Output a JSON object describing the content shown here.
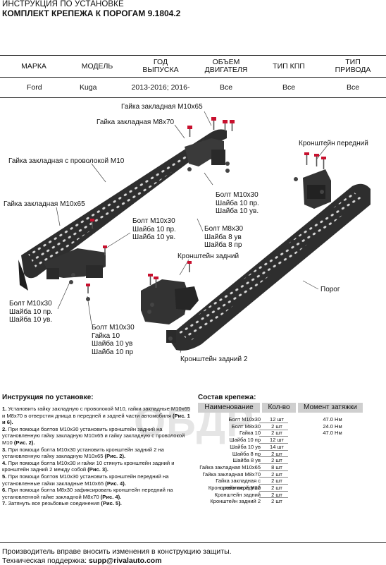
{
  "header": {
    "line1": "ИНСТРУКЦИЯ ПО УСТАНОВКЕ",
    "line2": "КОМПЛЕКТ КРЕПЕЖА К ПОРОГАМ 9.1804.2"
  },
  "spec_table": {
    "headers": [
      "МАРКА",
      "МОДЕЛЬ",
      "ГОД ВЫПУСКА",
      "ОБЪЕМ ДВИГАТЕЛЯ",
      "ТИП КПП",
      "ТИП ПРИВОДА"
    ],
    "header_lines": [
      [
        "МАРКА"
      ],
      [
        "МОДЕЛЬ"
      ],
      [
        "ГОД",
        "ВЫПУСКА"
      ],
      [
        "ОБЪЕМ",
        "ДВИГАТЕЛЯ"
      ],
      [
        "ТИП КПП"
      ],
      [
        "ТИП",
        "ПРИВОДА"
      ]
    ],
    "row": [
      "Ford",
      "Kuga",
      "2013-2016; 2016-",
      "Все",
      "Все",
      "Все"
    ]
  },
  "diagram": {
    "labels": {
      "nut_m10x65_top": "Гайка закладная М10х65",
      "nut_m8x70": "Гайка закладная М8х70",
      "nut_wire_m10": "Гайка закладная с проволокой М10",
      "nut_m10x65_left": "Гайка закладная М10х65",
      "bracket_front": "Кронштейн передний",
      "group_bolt_a": [
        "Болт М10х30",
        "Шайба 10 пр.",
        "Шайба 10 ув."
      ],
      "group_bolt_b": [
        "Болт М10х30",
        "Шайба 10 пр.",
        "Шайба 10 ув."
      ],
      "group_bolt_c": [
        "Болт М8х30",
        "Шайба 8 ув",
        "Шайба 8 пр"
      ],
      "bracket_rear": "Кронштейн задний",
      "sill": "Порог",
      "group_bolt_d": [
        "Болт М10х30",
        "Шайба 10 пр.",
        "Шайба 10 ув."
      ],
      "group_bolt_e": [
        "Болт М10х30",
        "Гайка 10",
        "Шайба 10 ув",
        "Шайба 10 пр"
      ],
      "bracket_rear2": "Кронштейн задний 2"
    }
  },
  "instructions": {
    "title": "Инструкция по установке:",
    "watermark": "ОБДР",
    "steps": [
      {
        "num": "1.",
        "text": "Установить гайку закладную с проволокой М10, гайки закладные М10х65 и М8х70 в отверстия днища в передней и задней части автомобиля ",
        "ref": "(Рис. 1 и 6)."
      },
      {
        "num": "2.",
        "text": "При помощи болтов М10х30 установить кронштейн задний на установленную гайку закладную М10х65 и гайку закладную с проволокой М10 ",
        "ref": "(Рис. 2)."
      },
      {
        "num": "3.",
        "text": "При помощи болта М10х30 установить кронштейн задний 2 на установленную гайку закладную М10х65 ",
        "ref": "(Рис. 2)."
      },
      {
        "num": "4.",
        "text": "При помощи болта М10х30 и гайки 10 стянуть кронштейн задний и кронштейн задний 2 между собой ",
        "ref": "(Рис. 3)."
      },
      {
        "num": "5.",
        "text": "При помощи болтов М10х30 установить кронштейн передний на установленные гайки закладные М10х65 ",
        "ref": "(Рис. 4)."
      },
      {
        "num": "6.",
        "text": "При помощи болта М8х30 зафиксировать кронштейн передний на установленной гайке закладной М8х70 ",
        "ref": "(Рис. 4)."
      },
      {
        "num": "7.",
        "text": "Затянуть все резьбовые соединения ",
        "ref": "(Рис. 5)."
      }
    ]
  },
  "parts": {
    "title": "Состав крепежа:",
    "headers": [
      "Наименование",
      "Кол-во",
      "Момент затяжки"
    ],
    "rows": [
      {
        "name": "Болт М10х30",
        "qty": "12 шт",
        "torque": "47.0 Нм"
      },
      {
        "name": "Болт М8х30",
        "qty": "2 шт",
        "torque": "24.0 Нм"
      },
      {
        "name": "Гайка 10",
        "qty": "2 шт",
        "torque": "47.0 Нм"
      },
      {
        "name": "Шайба 10 пр",
        "qty": "12 шт",
        "torque": ""
      },
      {
        "name": "Шайба 10 ув",
        "qty": "14 шт",
        "torque": ""
      },
      {
        "name": "Шайба 8 пр",
        "qty": "2 шт",
        "torque": ""
      },
      {
        "name": "Шайба 8 ув",
        "qty": "2 шт",
        "torque": ""
      },
      {
        "name": "Гайка закладная М10х65",
        "qty": "8 шт",
        "torque": ""
      },
      {
        "name": "Гайка закладная М8х70",
        "qty": "2 шт",
        "torque": ""
      },
      {
        "name": "Гайка закладная с проволокой М10",
        "qty": "2 шт",
        "torque": ""
      },
      {
        "name": "Кронштейн передний",
        "qty": "2 шт",
        "torque": ""
      },
      {
        "name": "Кронштейн задний",
        "qty": "2 шт",
        "torque": ""
      },
      {
        "name": "Кронштейн задний 2",
        "qty": "2 шт",
        "torque": ""
      }
    ]
  },
  "footer": {
    "line1": "Производитель вправе вносить изменения в конструкцию защиты.",
    "support_label": "Техническая поддержка: ",
    "support_email": "supp@rivalauto.com"
  },
  "colors": {
    "part_dark": "#2e2e2e",
    "bolt_red": "#c8102e"
  }
}
